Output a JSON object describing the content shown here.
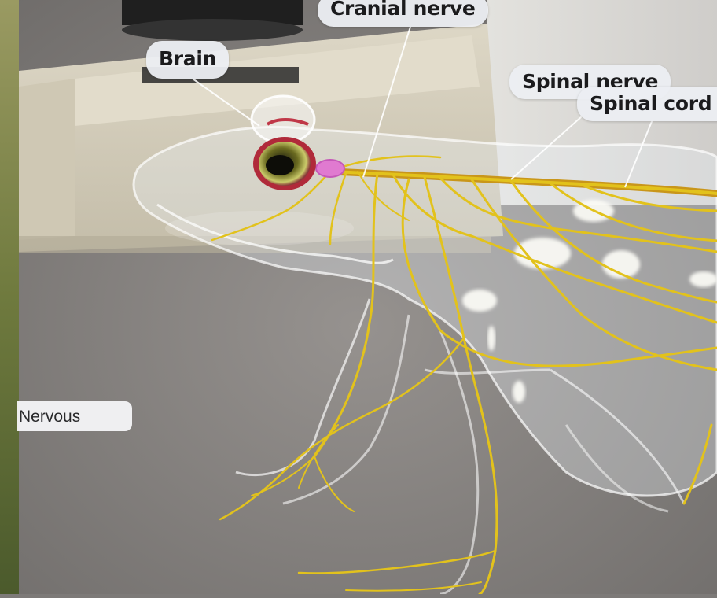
{
  "labels": {
    "brain": "Brain",
    "cranial_nerve": "Cranial nerve",
    "spinal_nerve": "Spinal nerve",
    "spinal_cord": "Spinal cord"
  },
  "panel": {
    "system_chip": "Nervous"
  },
  "colors": {
    "nerve": "#e2c21c",
    "nerve_dark": "#b8860b",
    "brain": "#e07ad0",
    "label_bg": "#eceef2",
    "floor": "#8a8785",
    "stand": "#d7d1bf"
  }
}
